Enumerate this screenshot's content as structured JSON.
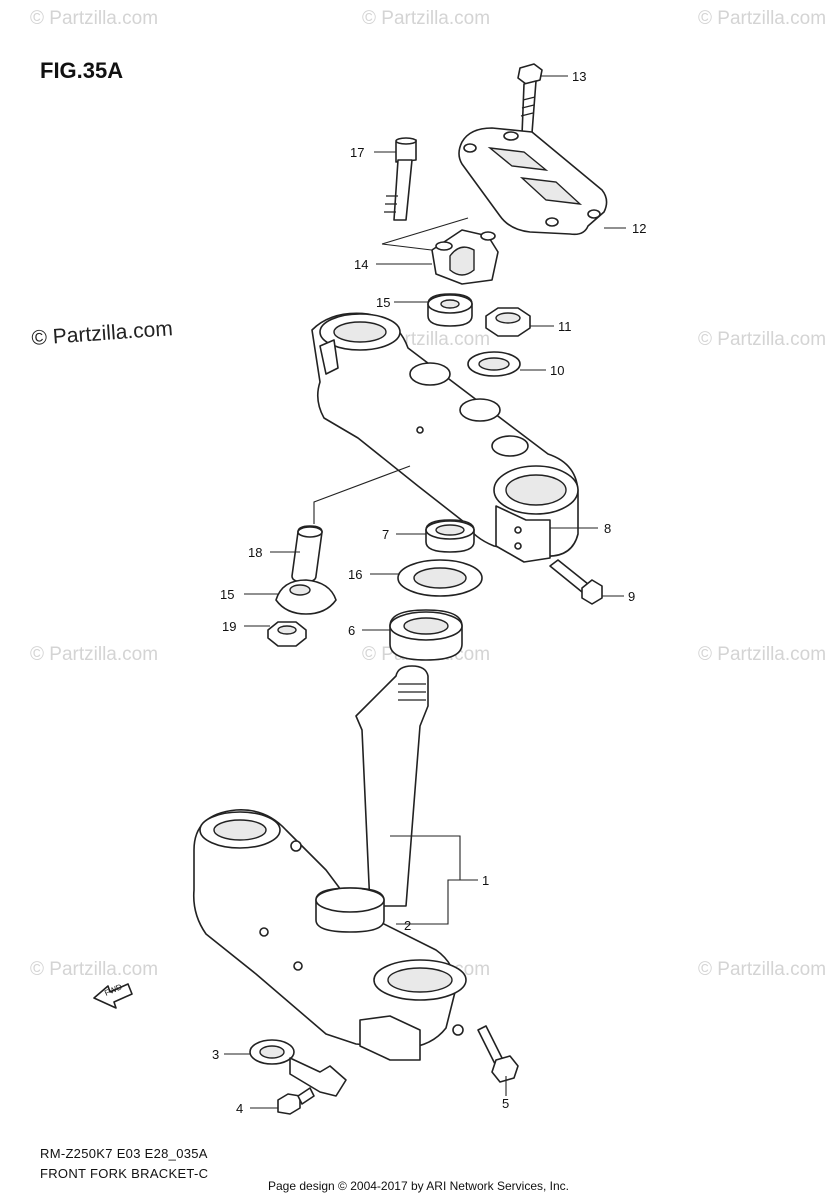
{
  "figure": {
    "title": "FIG.35A",
    "model_code": "RM-Z250K7 E03 E28_035A",
    "section_name": "FRONT FORK BRACKET-C",
    "fwd_label": "FWD"
  },
  "watermark": {
    "text": "© Partzilla.com"
  },
  "footer": {
    "credit": "Page design © 2004-2017 by ARI Network Services, Inc."
  },
  "callouts": [
    {
      "id": "1",
      "label": "1"
    },
    {
      "id": "2",
      "label": "2"
    },
    {
      "id": "3",
      "label": "3"
    },
    {
      "id": "4",
      "label": "4"
    },
    {
      "id": "5",
      "label": "5"
    },
    {
      "id": "6",
      "label": "6"
    },
    {
      "id": "7",
      "label": "7"
    },
    {
      "id": "8",
      "label": "8"
    },
    {
      "id": "9",
      "label": "9"
    },
    {
      "id": "10",
      "label": "10"
    },
    {
      "id": "11",
      "label": "11"
    },
    {
      "id": "12",
      "label": "12"
    },
    {
      "id": "13",
      "label": "13"
    },
    {
      "id": "14",
      "label": "14"
    },
    {
      "id": "15a",
      "label": "15"
    },
    {
      "id": "15b",
      "label": "15"
    },
    {
      "id": "16",
      "label": "16"
    },
    {
      "id": "17",
      "label": "17"
    },
    {
      "id": "18",
      "label": "18"
    },
    {
      "id": "19",
      "label": "19"
    }
  ]
}
